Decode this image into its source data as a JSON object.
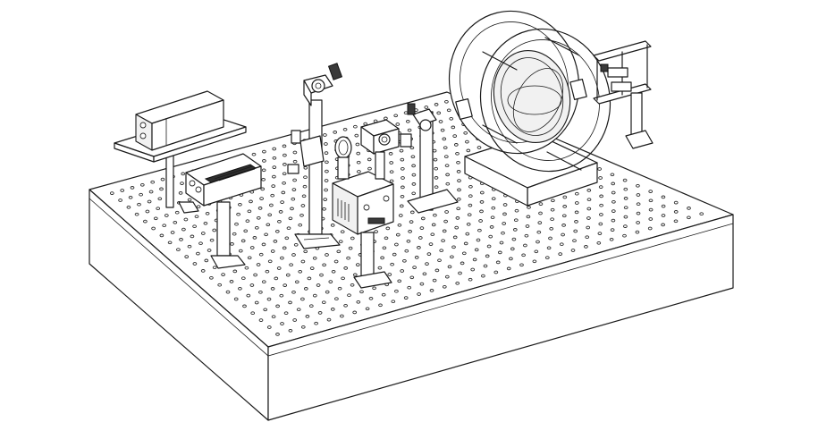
{
  "page": {
    "background": "#ffffff",
    "line_color": "#1a1a1a"
  },
  "scene": {
    "optical_table": {
      "holes_along_length": 34,
      "holes_along_width": 21
    },
    "components": [
      "vibration-isolated-breadboard",
      "laser-diode-module",
      "diode-driver-box",
      "kinematic-mirror-mount-left",
      "kinematic-mirror-mount-center",
      "kinematic-mirror-mount-right",
      "cube-mirror-mount",
      "photodetector-box",
      "post-holders",
      "helmholtz-coil-assembly",
      "magnetic-field-sensor-rig"
    ]
  }
}
